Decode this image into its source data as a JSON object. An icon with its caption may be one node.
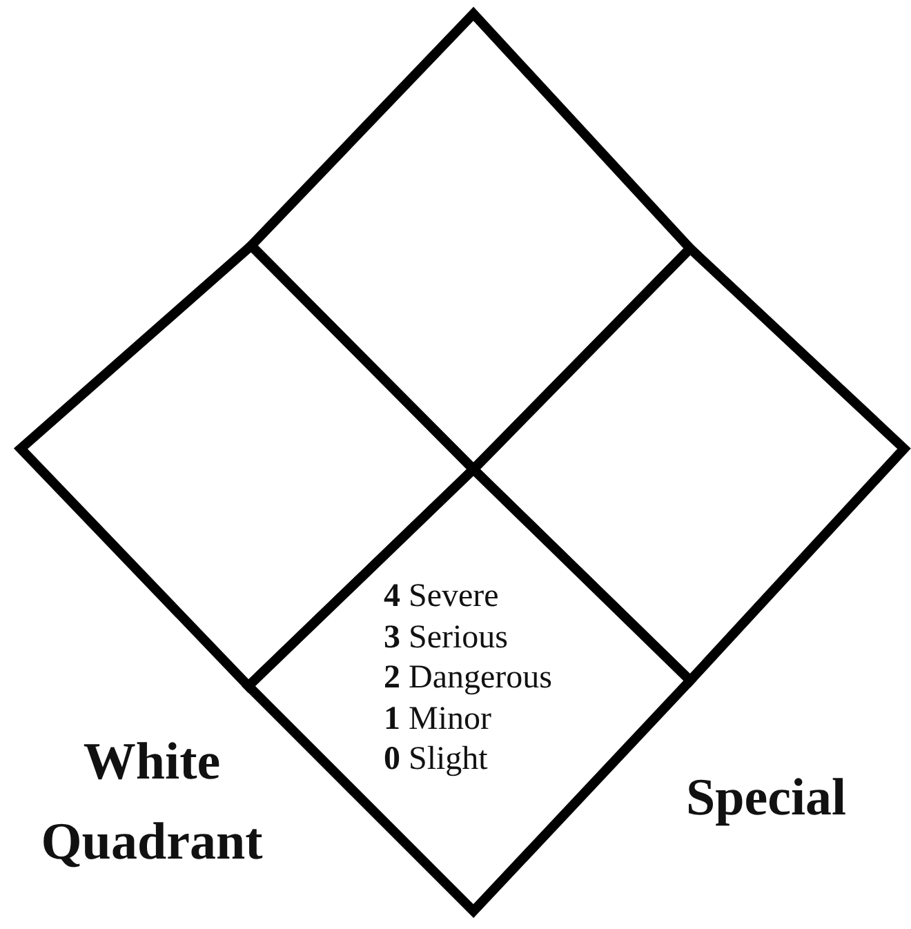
{
  "diagram": {
    "nodes": [
      {
        "text": [],
        "shape": "diamond"
      },
      {
        "text": [],
        "shape": "diamond"
      },
      {
        "text": [],
        "shape": "diamond"
      },
      {
        "text": [
          "**4** Severe",
          "**3** Serious",
          "**2** Dangerous",
          "**1** Minor",
          "**0** Slight"
        ]
      }
    ],
    "labels": [
      "White Quadrant",
      "Special"
    ]
  }
}
